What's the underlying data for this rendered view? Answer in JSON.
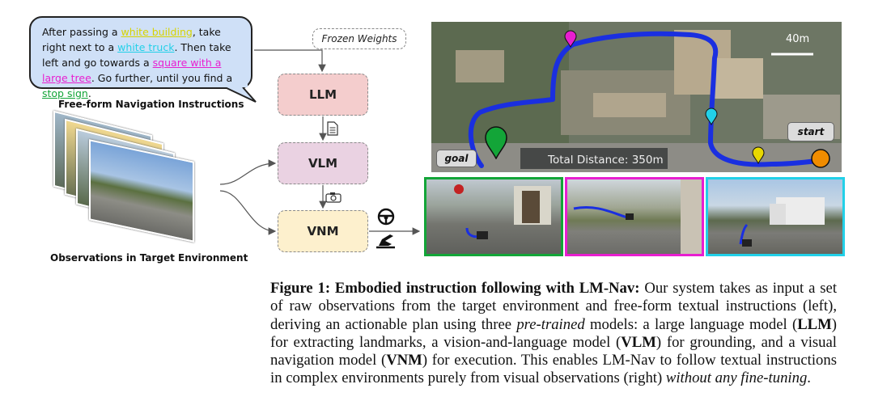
{
  "instruction": {
    "part1": "After passing a ",
    "landmark1": "white building",
    "part2": ", take right next to a ",
    "landmark2": "white truck",
    "part3": ". Then take left and go towards a ",
    "landmark3": "square with a large tree",
    "part4": ". Go further, until you find a ",
    "landmark4": "stop sign",
    "part5": ".",
    "label": "Free-form Navigation Instructions"
  },
  "observations_label": "Observations in Target Environment",
  "frozen_weights": "Frozen Weights",
  "models": {
    "llm": "LLM",
    "vlm": "VLM",
    "vnm": "VNM"
  },
  "icons": [
    "document-icon",
    "camera-icon",
    "steering-wheel-icon",
    "car-seat-icon"
  ],
  "map": {
    "scale": "40m",
    "goal": "goal",
    "start": "start",
    "distance": "Total Distance: 350m"
  },
  "colors": {
    "path": "#1a2fe0",
    "green": "#13a538",
    "magenta": "#e81ed0",
    "cyan": "#22d0e8",
    "yellow": "#e8d800",
    "orange": "#f08c00"
  },
  "caption": {
    "figure_label": "Figure 1: Embodied instruction following with LM-Nav:",
    "text1": " Our system takes as input a set of raw observations from the target environment and free-form textual instructions (left), deriving an actionable plan using three ",
    "italic1": "pre-trained",
    "text2": " models: a large language model (",
    "b1": "LLM",
    "text3": ") for extracting landmarks, a vision-and-language model (",
    "b2": "VLM",
    "text4": ") for grounding, and a visual navigation model (",
    "b3": "VNM",
    "text5": ") for execution. This enables LM-Nav to follow textual instructions in complex environments purely from visual observations (right) ",
    "italic2": "without any fine-tuning",
    "text6": "."
  }
}
